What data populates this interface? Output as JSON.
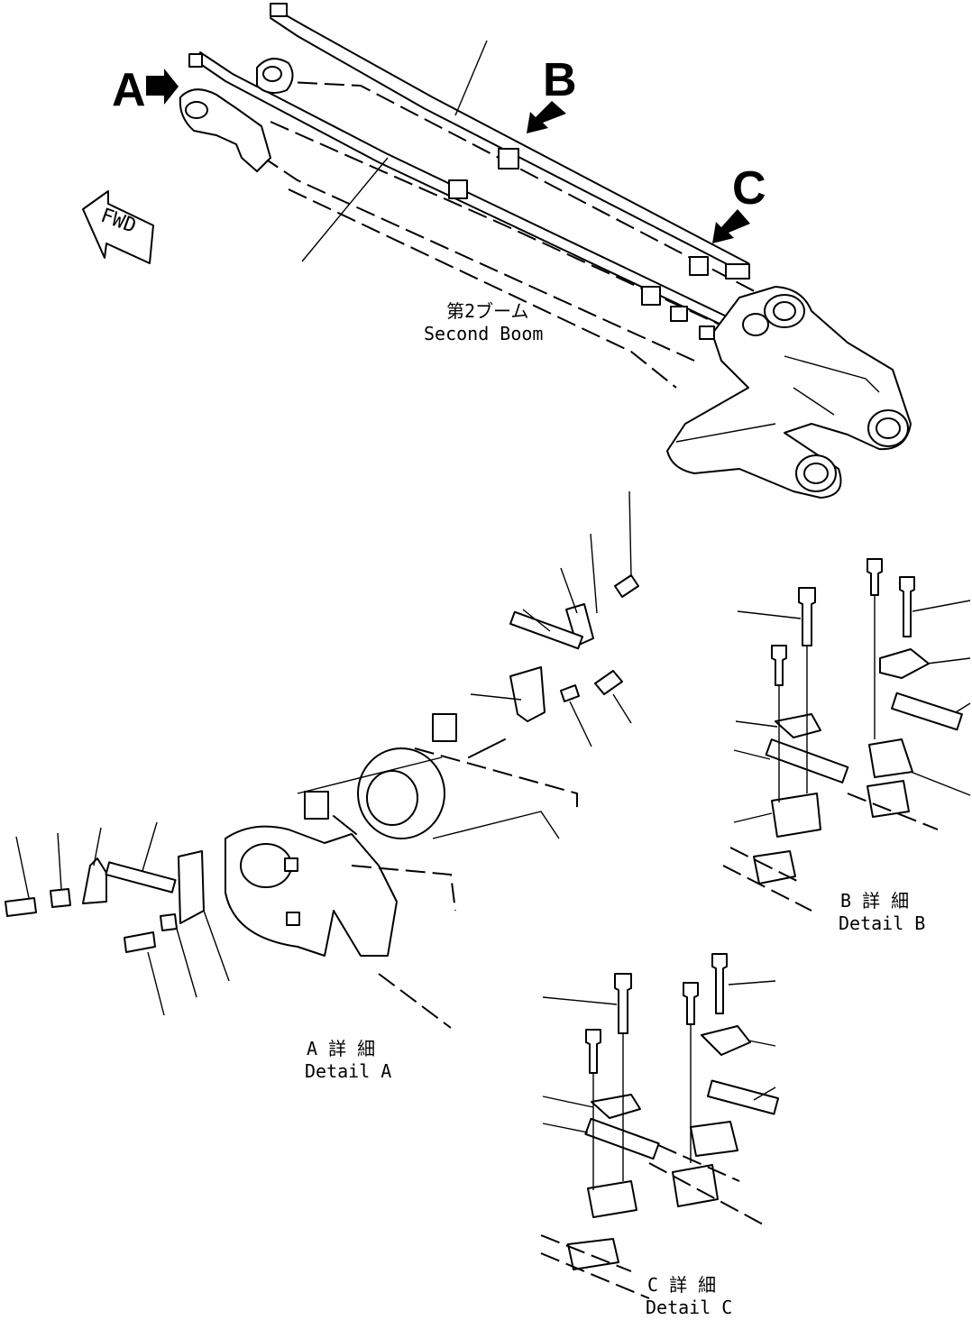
{
  "callouts": {
    "A": "A",
    "B": "B",
    "C": "C"
  },
  "fwd": "FWD",
  "second_boom": {
    "ja": "第2ブーム",
    "en": "Second Boom"
  },
  "detail_a": {
    "ja": "A 詳 細",
    "en": "Detail A"
  },
  "detail_b": {
    "ja": "B 詳 細",
    "en": "Detail B"
  },
  "detail_c": {
    "ja": "C 詳 細",
    "en": "Detail C"
  },
  "icons": [
    "arrow-right-icon",
    "arrow-down-left-icon",
    "fwd-arrow-icon"
  ]
}
